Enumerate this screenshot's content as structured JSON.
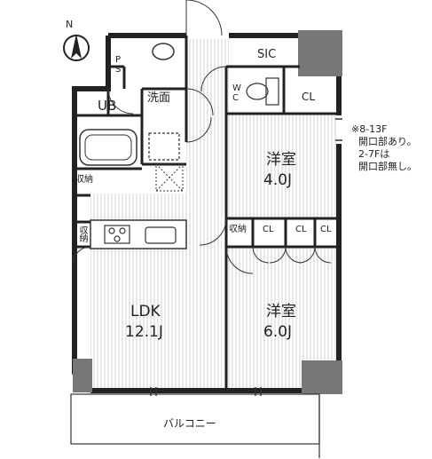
{
  "compass": {
    "north_label": "N"
  },
  "rooms": {
    "ldk": {
      "name": "LDK",
      "size": "12.1J"
    },
    "western_room_1": {
      "name": "洋室",
      "size": "4.0J"
    },
    "western_room_2": {
      "name": "洋室",
      "size": "6.0J"
    },
    "unit_bath": {
      "name": "UB"
    },
    "washroom": {
      "name": "洗面"
    },
    "wc": {
      "name": "W\nC"
    },
    "sic": {
      "name": "SIC"
    },
    "ps": {
      "name": "P\nS"
    },
    "balcony": {
      "name": "バルコニー"
    }
  },
  "storage": {
    "cl_wc": "CL",
    "cl_room2_a": "CL",
    "cl_room2_b": "CL",
    "cl_room2_c": "CL",
    "storage_room2": "収納",
    "storage_ub": "収納",
    "storage_kitchen": "収納"
  },
  "note": {
    "line1": "※8-13F",
    "line2": "開口部あり。",
    "line3": "2-7Fは",
    "line4": "開口部無し。"
  },
  "colors": {
    "wall": "#222222",
    "pillar": "#777777",
    "floor_hatch": "#d9d9d9",
    "line": "#333333"
  }
}
